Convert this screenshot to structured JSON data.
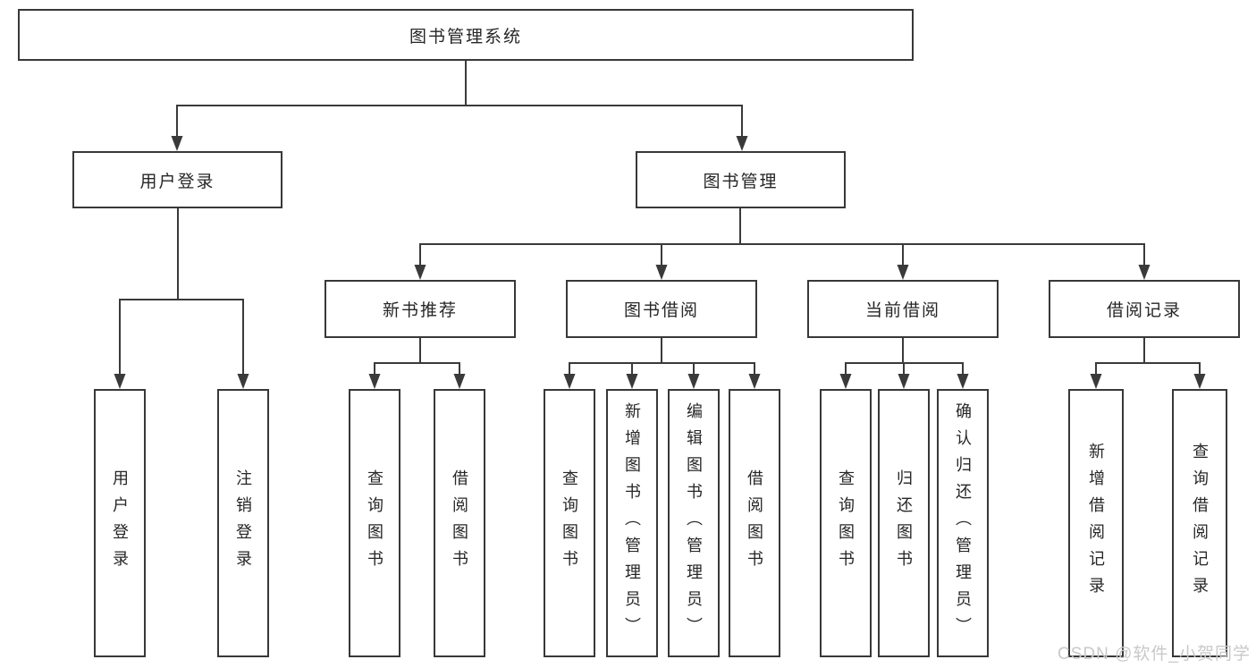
{
  "diagram": {
    "title": "图书管理系统",
    "root": {
      "label": "图书管理系统"
    },
    "branches": [
      {
        "label": "用户登录",
        "children": [
          {
            "label": "用户登录"
          },
          {
            "label": "注销登录"
          }
        ]
      },
      {
        "label": "图书管理",
        "children": [
          {
            "label": "新书推荐",
            "children": [
              {
                "label": "查询图书"
              },
              {
                "label": "借阅图书"
              }
            ]
          },
          {
            "label": "图书借阅",
            "children": [
              {
                "label": "查询图书"
              },
              {
                "label": "新增图书（管理员）"
              },
              {
                "label": "编辑图书（管理员）"
              },
              {
                "label": "借阅图书"
              }
            ]
          },
          {
            "label": "当前借阅",
            "children": [
              {
                "label": "查询图书"
              },
              {
                "label": "归还图书"
              },
              {
                "label": "确认归还（管理员）"
              }
            ]
          },
          {
            "label": "借阅记录",
            "children": [
              {
                "label": "新增借阅记录"
              },
              {
                "label": "查询借阅记录"
              }
            ]
          }
        ]
      }
    ],
    "colors": {
      "line": "#3a3a3a",
      "box_border": "#383838",
      "text": "#262626",
      "background": "#ffffff",
      "watermark": "#c9c9c9"
    }
  },
  "watermark": {
    "text": "CSDN @软件_小贺同学"
  }
}
